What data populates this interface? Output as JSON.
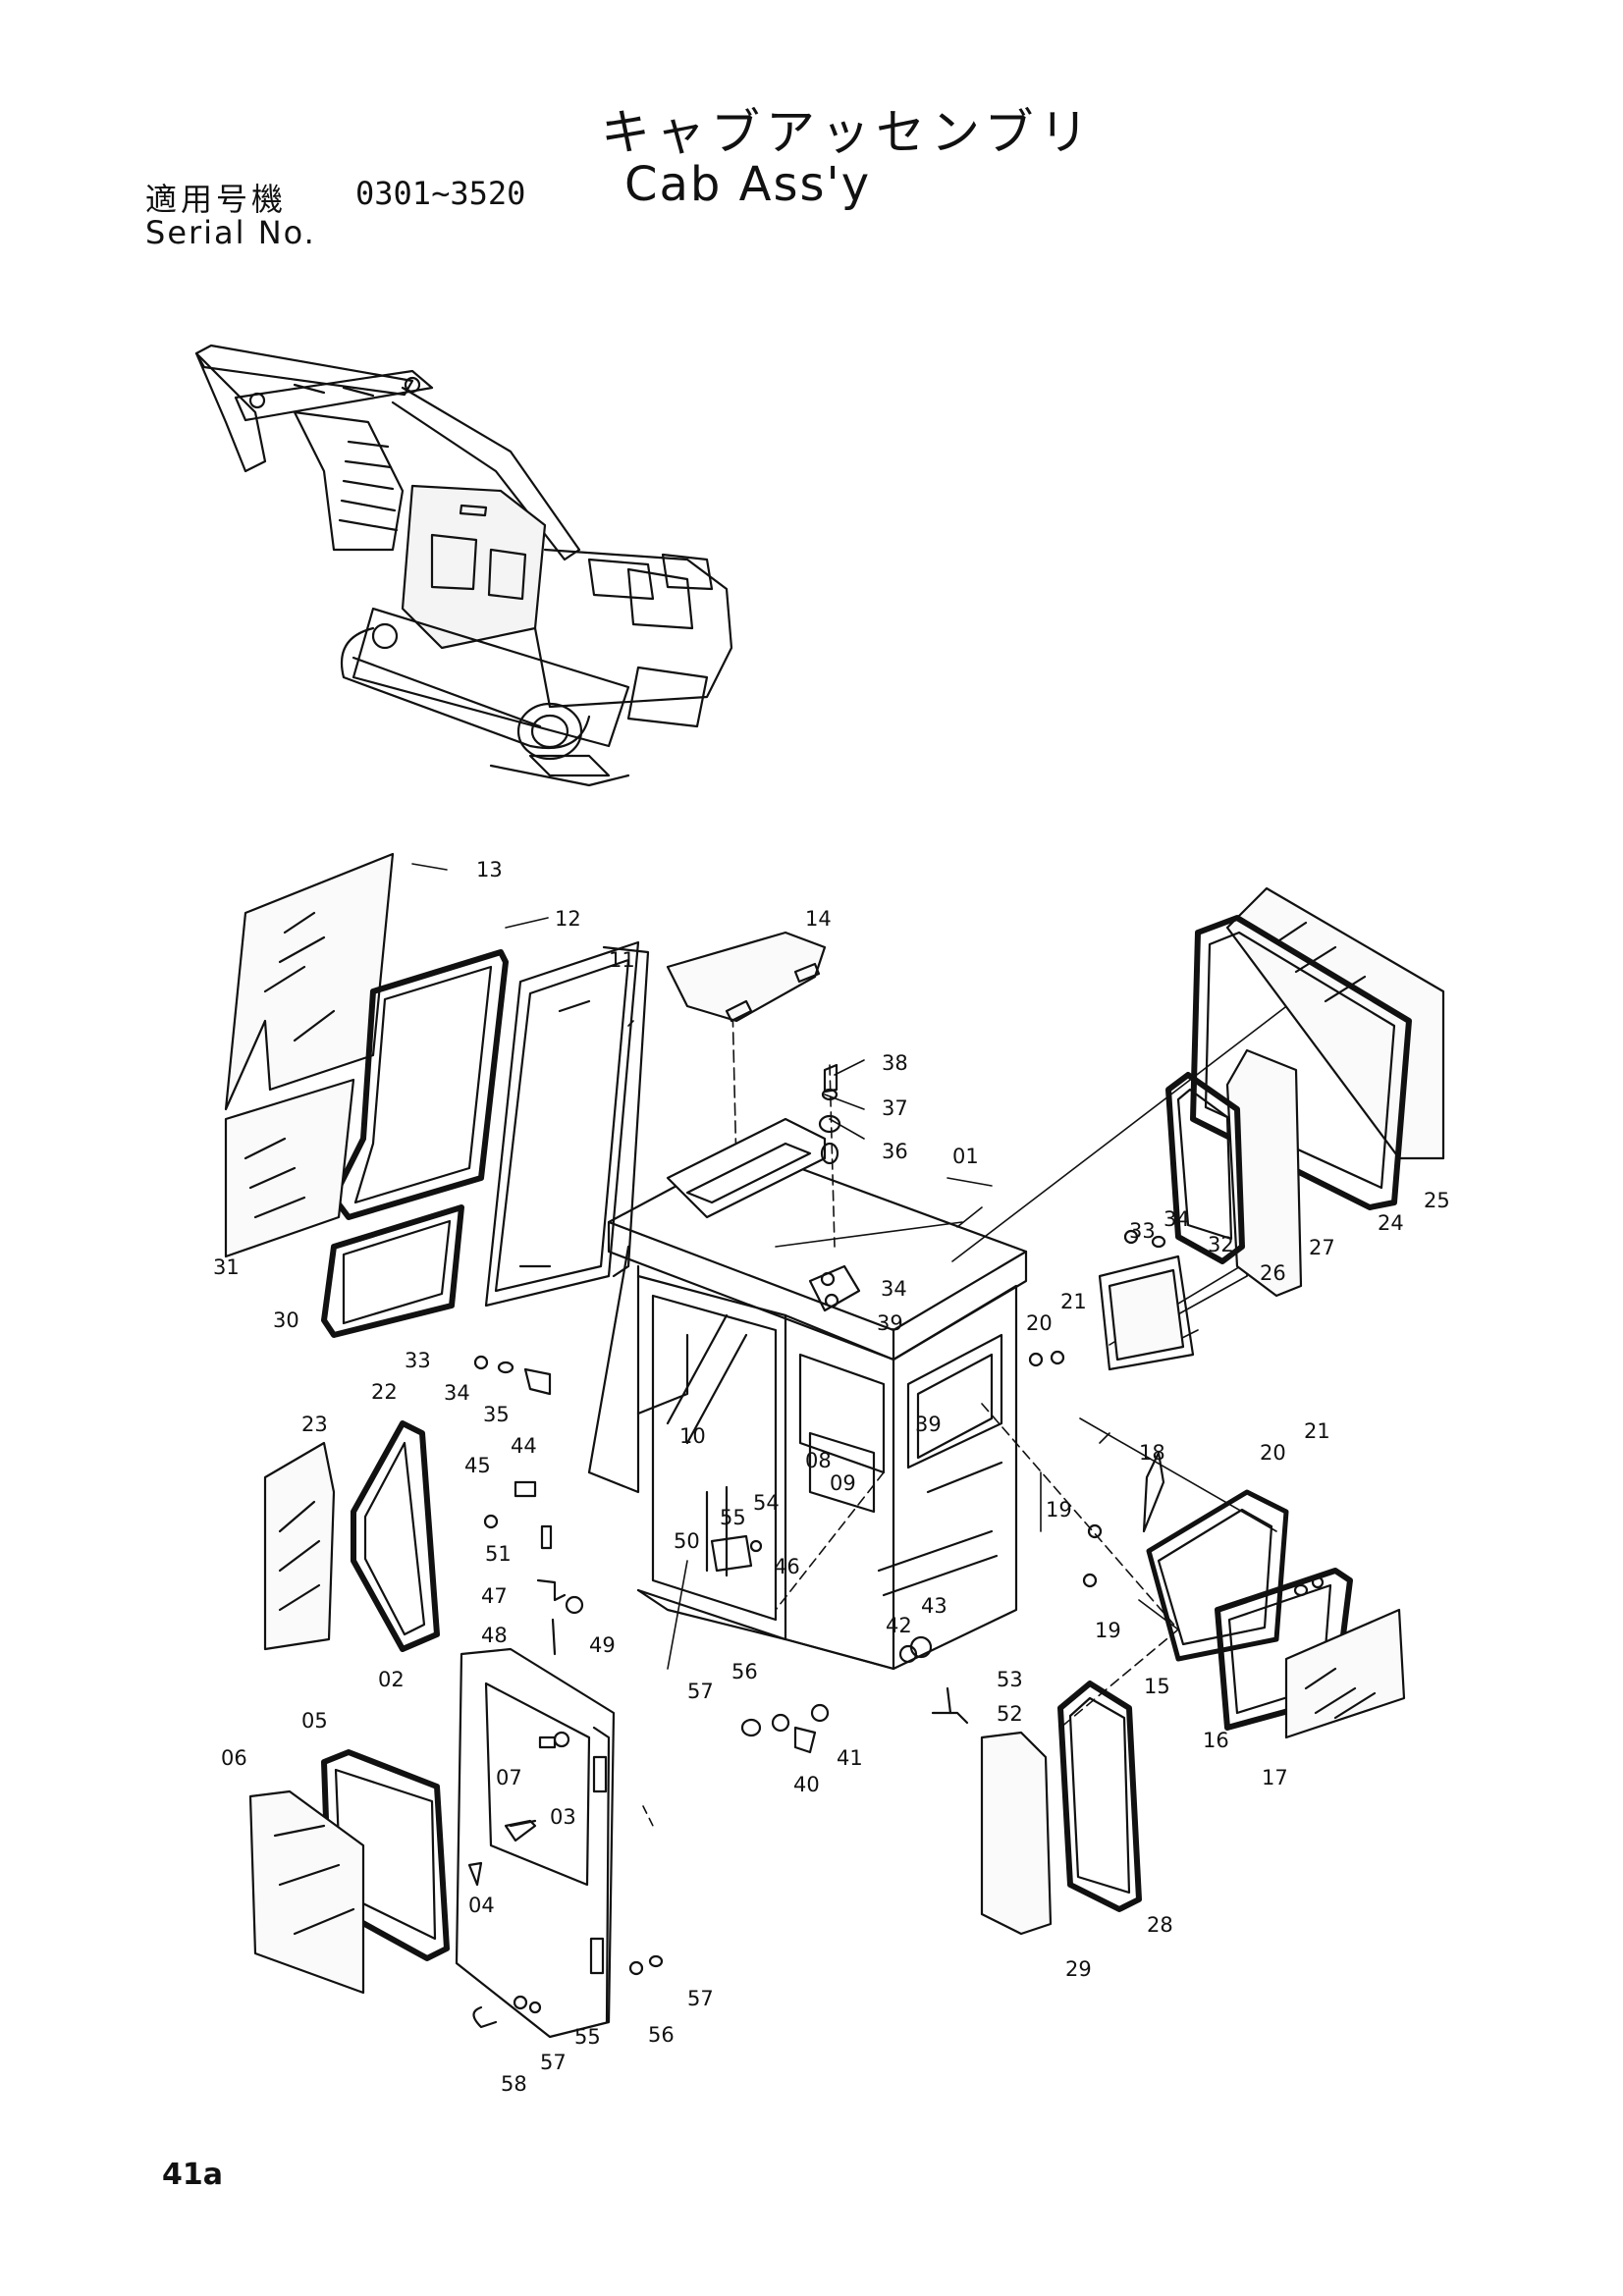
{
  "header": {
    "title_jp": "キャブアッセンブリ",
    "title_en": "Cab Ass'y",
    "applicable_machine_label": "適用号機",
    "serial_range": "0301∼3520",
    "serial_label": "Serial No."
  },
  "page_number": "41a",
  "callouts": [
    {
      "id": "c13",
      "label": "13"
    },
    {
      "id": "c12",
      "label": "12"
    },
    {
      "id": "c11",
      "label": "11"
    },
    {
      "id": "c14",
      "label": "14"
    },
    {
      "id": "c38",
      "label": "38"
    },
    {
      "id": "c37",
      "label": "37"
    },
    {
      "id": "c36",
      "label": "36"
    },
    {
      "id": "c01",
      "label": "01"
    },
    {
      "id": "c31",
      "label": "31"
    },
    {
      "id": "c30",
      "label": "30"
    },
    {
      "id": "c34a",
      "label": "34"
    },
    {
      "id": "c39a",
      "label": "39"
    },
    {
      "id": "c33a",
      "label": "33"
    },
    {
      "id": "c34b",
      "label": "34"
    },
    {
      "id": "c32",
      "label": "32"
    },
    {
      "id": "c26",
      "label": "26"
    },
    {
      "id": "c27",
      "label": "27"
    },
    {
      "id": "c24",
      "label": "24"
    },
    {
      "id": "c25",
      "label": "25"
    },
    {
      "id": "c20a",
      "label": "20"
    },
    {
      "id": "c21a",
      "label": "21"
    },
    {
      "id": "c33b",
      "label": "33"
    },
    {
      "id": "c34c",
      "label": "34"
    },
    {
      "id": "c35",
      "label": "35"
    },
    {
      "id": "c22",
      "label": "22"
    },
    {
      "id": "c23",
      "label": "23"
    },
    {
      "id": "c44",
      "label": "44"
    },
    {
      "id": "c10",
      "label": "10"
    },
    {
      "id": "c39b",
      "label": "39"
    },
    {
      "id": "c08",
      "label": "08"
    },
    {
      "id": "c09",
      "label": "09"
    },
    {
      "id": "c45",
      "label": "45"
    },
    {
      "id": "c51",
      "label": "51"
    },
    {
      "id": "c55a",
      "label": "55"
    },
    {
      "id": "c54",
      "label": "54"
    },
    {
      "id": "c50",
      "label": "50"
    },
    {
      "id": "c46",
      "label": "46"
    },
    {
      "id": "c47",
      "label": "47"
    },
    {
      "id": "c48",
      "label": "48"
    },
    {
      "id": "c49",
      "label": "49"
    },
    {
      "id": "c18",
      "label": "18"
    },
    {
      "id": "c19a",
      "label": "19"
    },
    {
      "id": "c19b",
      "label": "19"
    },
    {
      "id": "c20b",
      "label": "20"
    },
    {
      "id": "c21b",
      "label": "21"
    },
    {
      "id": "c15",
      "label": "15"
    },
    {
      "id": "c16",
      "label": "16"
    },
    {
      "id": "c17",
      "label": "17"
    },
    {
      "id": "c43",
      "label": "43"
    },
    {
      "id": "c42",
      "label": "42"
    },
    {
      "id": "c53",
      "label": "53"
    },
    {
      "id": "c52",
      "label": "52"
    },
    {
      "id": "c56a",
      "label": "56"
    },
    {
      "id": "c57a",
      "label": "57"
    },
    {
      "id": "c41",
      "label": "41"
    },
    {
      "id": "c40",
      "label": "40"
    },
    {
      "id": "c02",
      "label": "02"
    },
    {
      "id": "c05",
      "label": "05"
    },
    {
      "id": "c06",
      "label": "06"
    },
    {
      "id": "c07",
      "label": "07"
    },
    {
      "id": "c03",
      "label": "03"
    },
    {
      "id": "c04",
      "label": "04"
    },
    {
      "id": "c28",
      "label": "28"
    },
    {
      "id": "c29",
      "label": "29"
    },
    {
      "id": "c57b",
      "label": "57"
    },
    {
      "id": "c56b",
      "label": "56"
    },
    {
      "id": "c55b",
      "label": "55"
    },
    {
      "id": "c57c",
      "label": "57"
    },
    {
      "id": "c58",
      "label": "58"
    }
  ]
}
